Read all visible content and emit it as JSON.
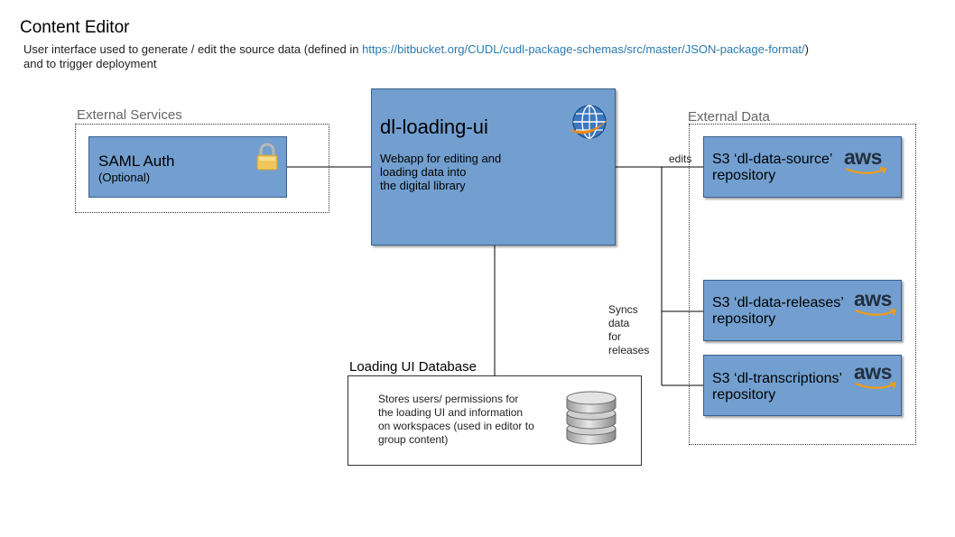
{
  "header": {
    "title": "Content Editor",
    "desc_prefix": "User interface used to generate / edit the source data (defined in ",
    "desc_link": "https://bitbucket.org/CUDL/cudl-package-schemas/src/master/JSON-package-format/",
    "desc_suffix": ")",
    "desc_line2": "and to trigger deployment"
  },
  "groups": {
    "external_services": "External Services",
    "external_data": "External Data"
  },
  "nodes": {
    "saml": {
      "title": "SAML Auth",
      "subtitle": "(Optional)",
      "icon": "padlock-icon"
    },
    "loading_ui": {
      "title": "dl-loading-ui",
      "desc": [
        "Webapp for editing and",
        "loading data into",
        "the digital library"
      ],
      "icon": "globe-icon"
    },
    "s3_source": {
      "line1": "S3 ‘dl-data-source’",
      "line2": "repository",
      "icon": "aws-logo"
    },
    "s3_releases": {
      "line1": "S3 ‘dl-data-releases’",
      "line2": "repository",
      "icon": "aws-logo"
    },
    "s3_transcriptions": {
      "line1": "S3 ‘dl-transcriptions’",
      "line2": "repository",
      "icon": "aws-logo"
    },
    "database": {
      "title": "Loading UI Database",
      "desc": [
        "Stores users/ permissions for",
        "the loading UI and information",
        "on workspaces (used in editor to",
        "group content)"
      ],
      "icon": "database-icon"
    }
  },
  "edges": {
    "edits": "edits",
    "syncs": [
      "Syncs",
      "data",
      "for",
      "releases"
    ]
  },
  "logos": {
    "aws": "aws"
  },
  "colors": {
    "box_fill": "#729fcf",
    "box_border": "#3a5f8c",
    "aws_smile": "#f39c12",
    "link": "#2a7ab0"
  }
}
